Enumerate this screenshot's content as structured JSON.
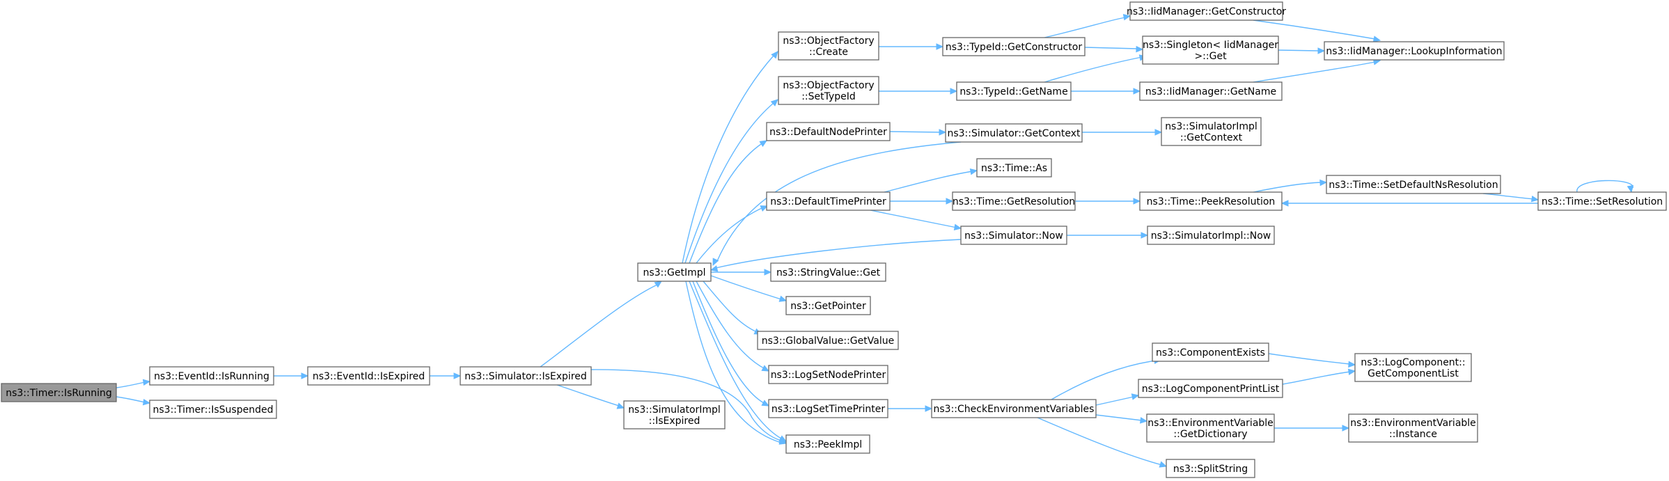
{
  "nodes": {
    "timer_isrunning": [
      "ns3::Timer::IsRunning"
    ],
    "eventid_isrunning": [
      "ns3::EventId::IsRunning"
    ],
    "timer_issuspended": [
      "ns3::Timer::IsSuspended"
    ],
    "eventid_isexpired": [
      "ns3::EventId::IsExpired"
    ],
    "simulator_isexpired": [
      "ns3::Simulator::IsExpired"
    ],
    "getimpl": [
      "ns3::GetImpl"
    ],
    "simulatorimpl_isexpired": [
      "ns3::SimulatorImpl",
      "::IsExpired"
    ],
    "peekimpl": [
      "ns3::PeekImpl"
    ],
    "objectfactory_create": [
      "ns3::ObjectFactory",
      "::Create"
    ],
    "objectfactory_settypeid": [
      "ns3::ObjectFactory",
      "::SetTypeId"
    ],
    "defaultnodeprinter": [
      "ns3::DefaultNodePrinter"
    ],
    "defaulttimeprinter": [
      "ns3::DefaultTimePrinter"
    ],
    "stringvalue_get": [
      "ns3::StringValue::Get"
    ],
    "getpointer": [
      "ns3::GetPointer"
    ],
    "globalvalue_getvalue": [
      "ns3::GlobalValue::GetValue"
    ],
    "logsetnodeprinter": [
      "ns3::LogSetNodePrinter"
    ],
    "logsettimeprinter": [
      "ns3::LogSetTimePrinter"
    ],
    "typeid_getconstructor": [
      "ns3::TypeId::GetConstructor"
    ],
    "typeid_getname": [
      "ns3::TypeId::GetName"
    ],
    "simulator_getcontext": [
      "ns3::Simulator::GetContext"
    ],
    "time_as": [
      "ns3::Time::As"
    ],
    "time_getresolution": [
      "ns3::Time::GetResolution"
    ],
    "simulator_now": [
      "ns3::Simulator::Now"
    ],
    "checkenvironmentvariables": [
      "ns3::CheckEnvironmentVariables"
    ],
    "iidmanager_getconstructor": [
      "ns3::IidManager::GetConstructor"
    ],
    "singleton_get": [
      "ns3::Singleton< IidManager",
      " >::Get"
    ],
    "iidmanager_getname": [
      "ns3::IidManager::GetName"
    ],
    "simulatorimpl_getcontext": [
      "ns3::SimulatorImpl",
      "::GetContext"
    ],
    "time_peekresolution": [
      "ns3::Time::PeekResolution"
    ],
    "simulatorimpl_now": [
      "ns3::SimulatorImpl::Now"
    ],
    "componentexists": [
      "ns3::ComponentExists"
    ],
    "logcomponentprintlist": [
      "ns3::LogComponentPrintList"
    ],
    "environmentvariable_getdictionary": [
      "ns3::EnvironmentVariable",
      "::GetDictionary"
    ],
    "splitstring": [
      "ns3::SplitString"
    ],
    "iidmanager_lookupinformation": [
      "ns3::IidManager::LookupInformation"
    ],
    "time_setdefaultnsresolution": [
      "ns3::Time::SetDefaultNsResolution"
    ],
    "time_setresolution": [
      "ns3::Time::SetResolution"
    ],
    "logcomponent_getcomponentlist": [
      "ns3::LogComponent::",
      "GetComponentList"
    ],
    "environmentvariable_instance": [
      "ns3::EnvironmentVariable",
      "::Instance"
    ]
  },
  "root": "timer_isrunning",
  "colors": {
    "edge": "#63b8ff",
    "node_border": "#666666",
    "root_fill": "#999999"
  }
}
